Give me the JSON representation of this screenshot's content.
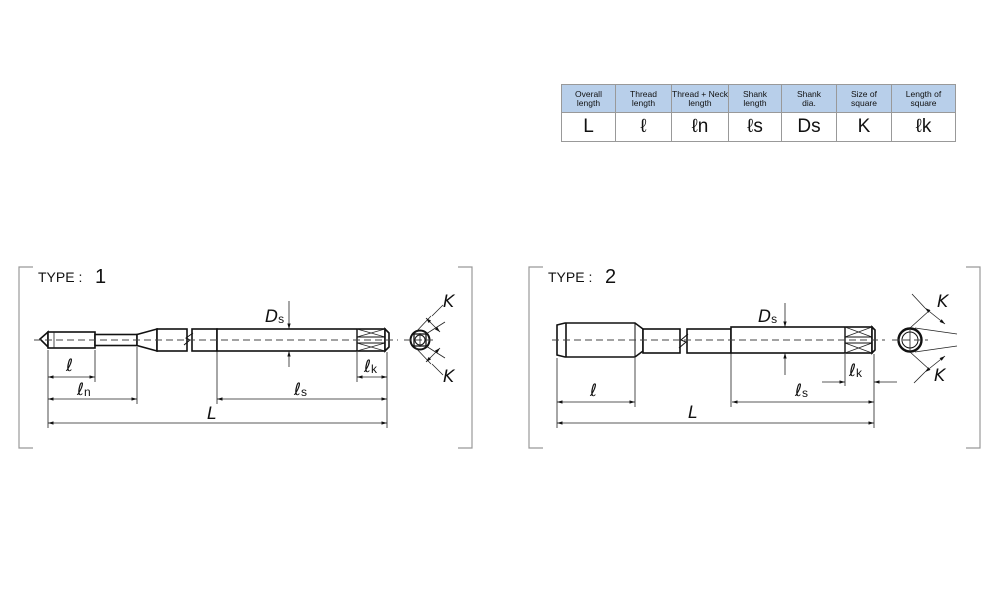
{
  "legend_table": {
    "headers": [
      "Overall\nlength",
      "Thread\nlength",
      "Thread + Neck\nlength",
      "Shank\nlength",
      "Shank\ndia.",
      "Size of\nsquare",
      "Length of\nsquare"
    ],
    "header_lines": [
      [
        "Overall",
        "length"
      ],
      [
        "Thread",
        "length"
      ],
      [
        "Thread + Neck",
        "length"
      ],
      [
        "Shank",
        "length"
      ],
      [
        "Shank",
        "dia."
      ],
      [
        "Size of",
        "square"
      ],
      [
        "Length of",
        "square"
      ]
    ],
    "symbols": [
      "L",
      "ℓ",
      "ℓn",
      "ℓs",
      "Ds",
      "K",
      "ℓk"
    ],
    "header_color": "#b8cfea"
  },
  "type1": {
    "label": "TYPE :",
    "number": "1",
    "dims": {
      "thread": "ℓ",
      "neck_main": "ℓ",
      "neck_sub": "n",
      "shank_main": "ℓ",
      "shank_sub": "s",
      "overall": "L",
      "square_len_main": "ℓ",
      "square_len_sub": "k",
      "dia_main": "D",
      "dia_sub": "s",
      "square_size": "K"
    }
  },
  "type2": {
    "label": "TYPE :",
    "number": "2",
    "dims": {
      "thread": "ℓ",
      "shank_main": "ℓ",
      "shank_sub": "s",
      "overall": "L",
      "square_len_main": "ℓ",
      "square_len_sub": "k",
      "dia_main": "D",
      "dia_sub": "s",
      "square_size": "K"
    }
  }
}
